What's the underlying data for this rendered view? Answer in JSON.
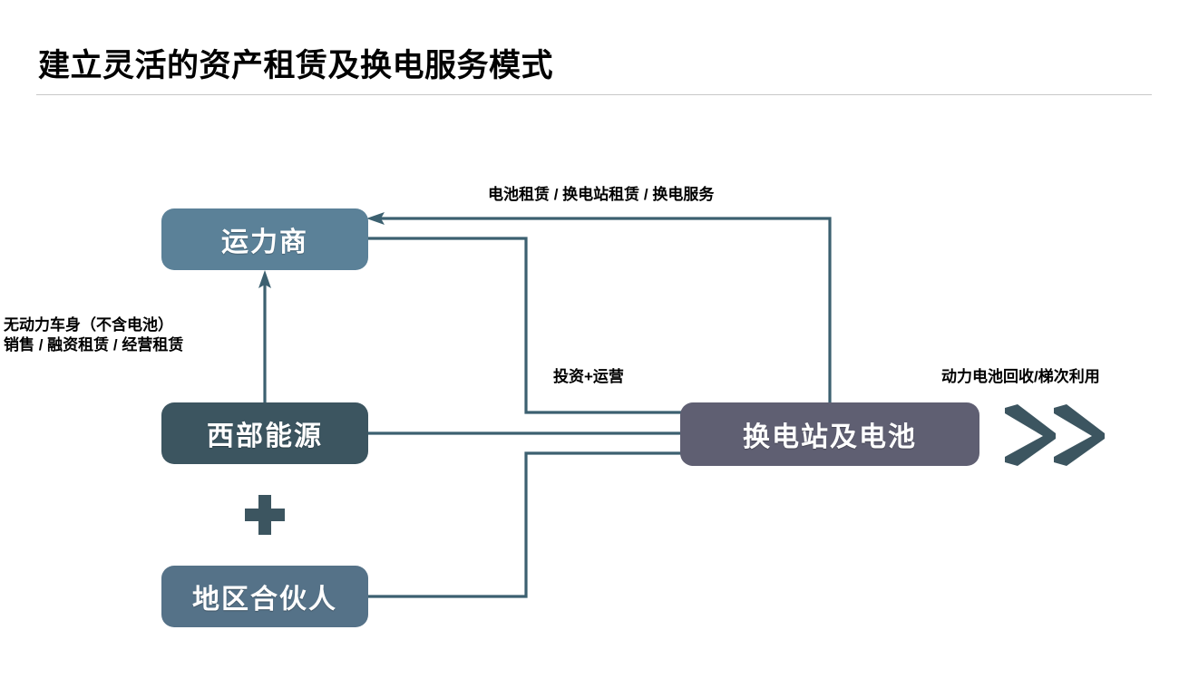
{
  "header": {
    "title": "建立灵活的资产租赁及换电服务模式"
  },
  "diagram": {
    "nodes": [
      {
        "id": "carrier",
        "label": "运力商",
        "color": "#5b8198"
      },
      {
        "id": "energy",
        "label": "西部能源",
        "color": "#3c5560"
      },
      {
        "id": "partner",
        "label": "地区合伙人",
        "color": "#557288"
      },
      {
        "id": "station",
        "label": "换电站及电池",
        "color": "#5f5f72"
      }
    ],
    "operators": [
      {
        "id": "plus",
        "symbol": "+",
        "color": "#3c5560"
      }
    ],
    "edge_labels": {
      "lease": "电池租赁 / 换电站租赁 / 换电服务",
      "chassis_line1": "无动力车身（不含电池）",
      "chassis_line2": "销售 / 融资租赁 / 经营租赁",
      "invest": "投资+运营",
      "recycle": "动力电池回收/梯次利用"
    },
    "edges": [
      {
        "from": "station",
        "to": "carrier",
        "label": "电池租赁 / 换电站租赁 / 换电服务"
      },
      {
        "from": "energy",
        "to": "carrier",
        "label": "无动力车身（不含电池）销售 / 融资租赁 / 经营租赁"
      },
      {
        "from": "carrier",
        "to": "station",
        "label": "投资+运营"
      },
      {
        "from": "energy",
        "to": "station",
        "label": "投资+运营"
      },
      {
        "from": "partner",
        "to": "station",
        "label": "投资+运营"
      }
    ],
    "connector_color": "#3c6070",
    "chevron": {
      "name": "double-chevron-right",
      "count": 2,
      "color": "#3c5560"
    }
  }
}
